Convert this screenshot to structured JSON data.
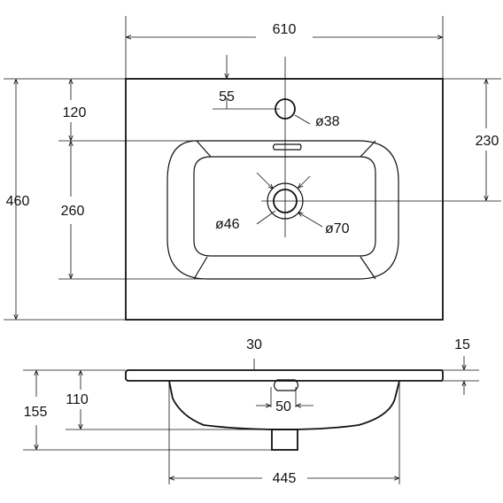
{
  "top_view": {
    "width": "610",
    "depth": "460",
    "tap_hole_offset": "55",
    "tap_hole_diameter": "ø38",
    "tap_hole_to_edge": "120",
    "bowl_depth": "260",
    "front_to_drain": "230",
    "drain_inner_diameter": "ø46",
    "drain_outer_diameter": "ø70"
  },
  "side_view": {
    "slab_offset": "30",
    "slab_thickness": "15",
    "bowl_height": "110",
    "total_height": "155",
    "overflow_width": "50",
    "bowl_width": "445"
  }
}
